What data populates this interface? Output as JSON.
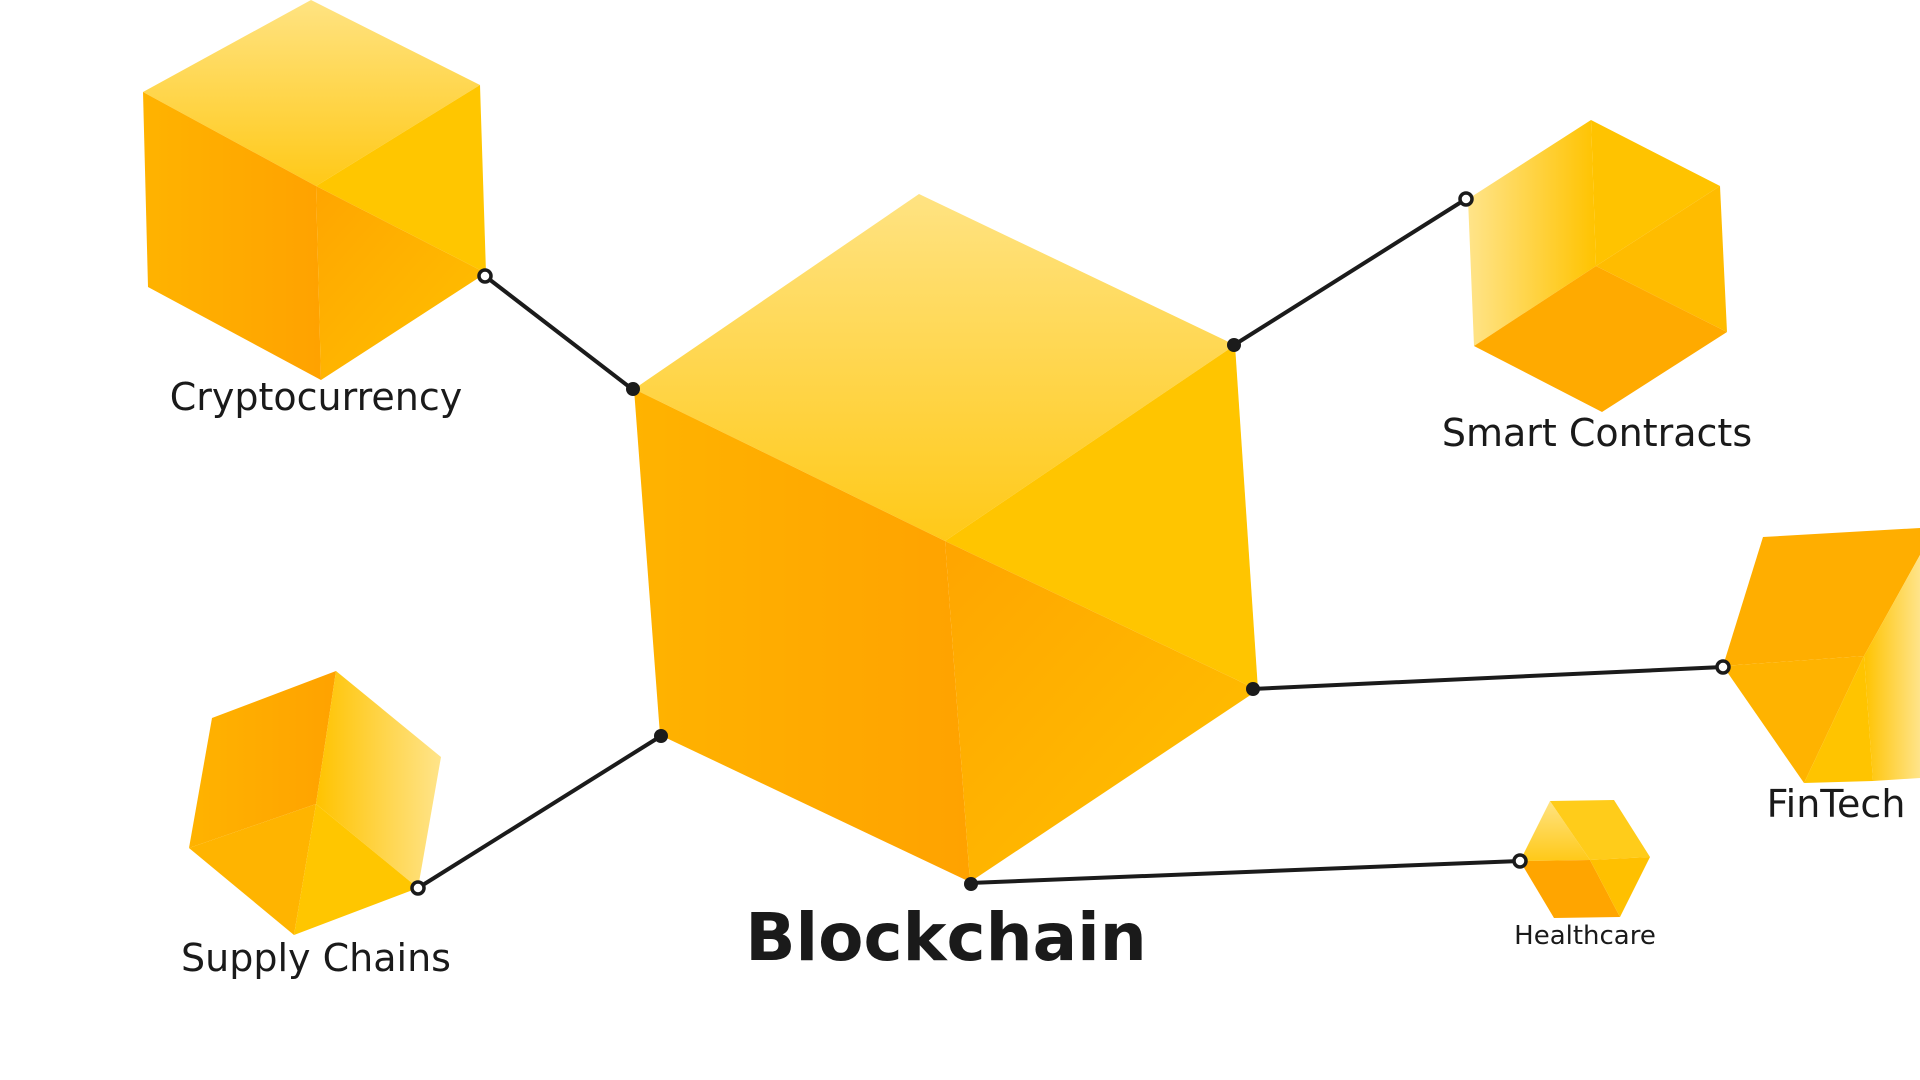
{
  "diagram": {
    "center": {
      "label": "Blockchain"
    },
    "nodes": [
      {
        "id": "cryptocurrency",
        "label": "Cryptocurrency"
      },
      {
        "id": "smart-contracts",
        "label": "Smart Contracts"
      },
      {
        "id": "fintech",
        "label": "FinTech"
      },
      {
        "id": "healthcare",
        "label": "Healthcare"
      },
      {
        "id": "supply-chains",
        "label": "Supply Chains"
      }
    ]
  },
  "colors": {
    "cube_light": "#FFE27A",
    "cube_mid": "#FFC400",
    "cube_dark": "#FFA500",
    "connector": "#1B1B1B",
    "text": "#1A1A1A",
    "background": "#FFFFFF"
  }
}
